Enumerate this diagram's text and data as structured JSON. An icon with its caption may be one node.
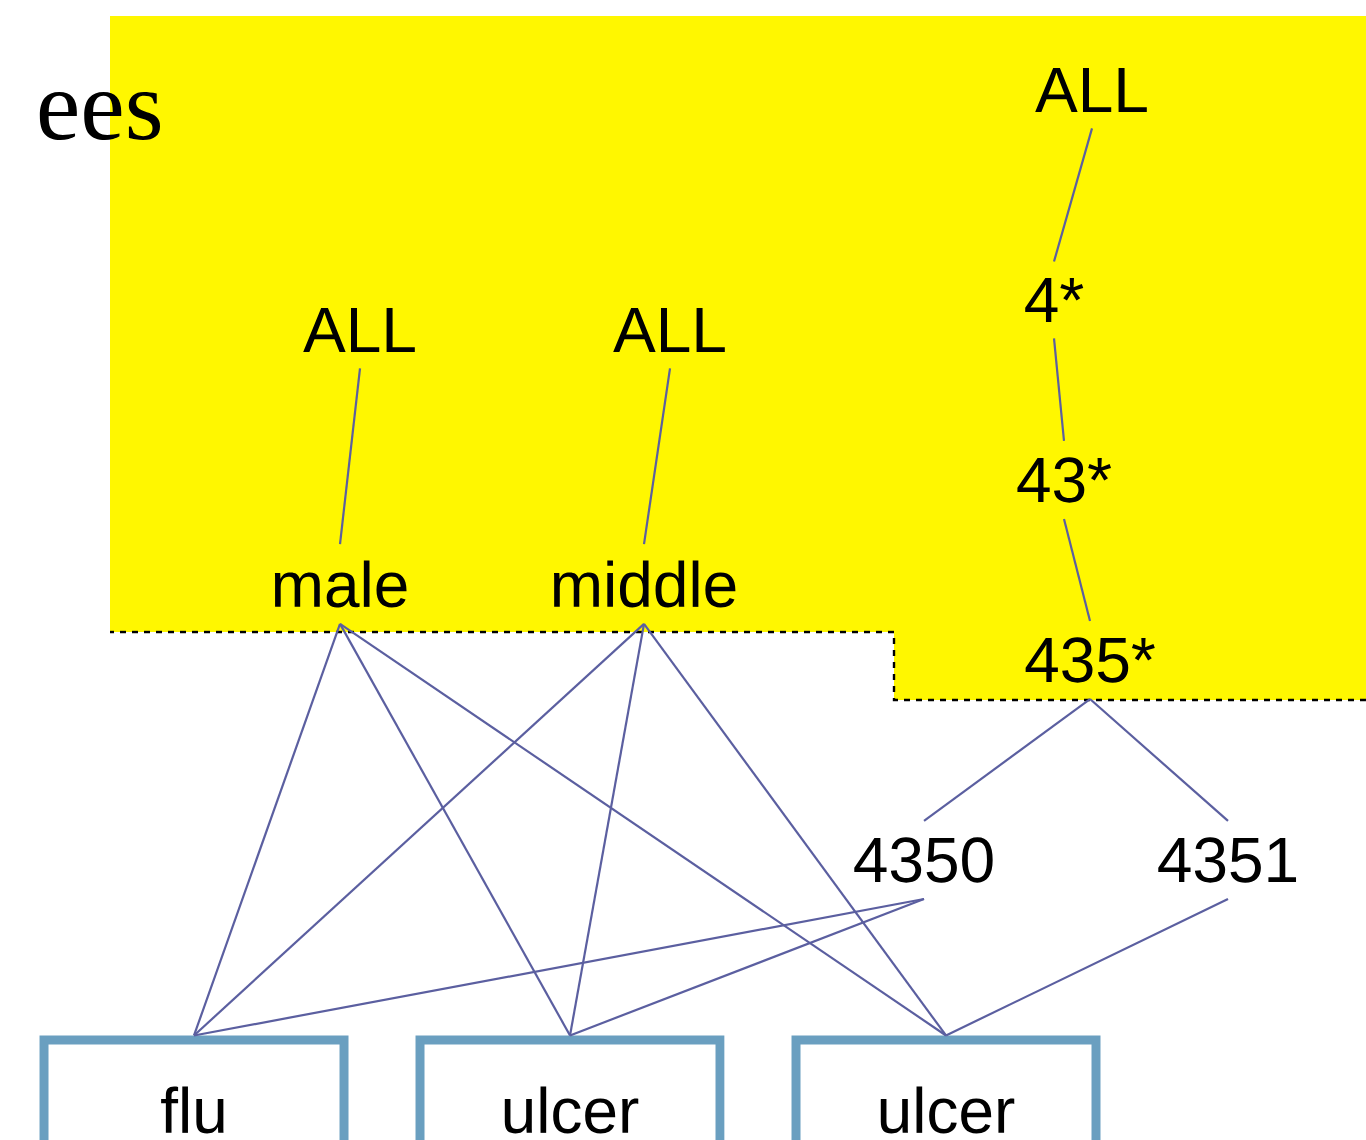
{
  "diagram": {
    "nodes": [
      {
        "text": [],
        "shape": "box"
      },
      {
        "text": [
          "ALL"
        ],
        "in": 0
      },
      {
        "text": [
          "ALL"
        ],
        "in": 0
      },
      {
        "text": [
          "ALL"
        ],
        "in": 0
      },
      {
        "text": [
          "4*"
        ],
        "in": 0
      },
      {
        "text": [
          "43*"
        ],
        "in": 0
      },
      {
        "text": [
          "male"
        ],
        "in": 0
      },
      {
        "text": [
          "middle"
        ],
        "in": 0
      },
      {
        "text": [
          "435*"
        ],
        "in": 0
      },
      {
        "text": [
          "4350"
        ]
      },
      {
        "text": [
          "4351"
        ]
      },
      {
        "text": [
          "flu"
        ]
      },
      {
        "text": [
          "ulcer"
        ]
      },
      {
        "text": [
          "ulcer"
        ]
      }
    ],
    "edges": [
      {
        "from": 1,
        "to": 6,
        "arrow": "none"
      },
      {
        "from": 2,
        "to": 7,
        "arrow": "none"
      },
      {
        "from": 3,
        "to": 4,
        "arrow": "none"
      },
      {
        "from": 4,
        "to": 5,
        "arrow": "none"
      },
      {
        "from": 5,
        "to": 8,
        "arrow": "none"
      },
      {
        "from": 8,
        "to": 9,
        "arrow": "none"
      },
      {
        "from": 8,
        "to": 10,
        "arrow": "none"
      },
      {
        "from": 6,
        "to": 11,
        "arrow": "none"
      },
      {
        "from": 6,
        "to": 12,
        "arrow": "none"
      },
      {
        "from": 6,
        "to": 13,
        "arrow": "none"
      },
      {
        "from": 7,
        "to": 11,
        "arrow": "none"
      },
      {
        "from": 7,
        "to": 12,
        "arrow": "none"
      },
      {
        "from": 7,
        "to": 13,
        "arrow": "none"
      },
      {
        "from": 9,
        "to": 11,
        "arrow": "none"
      },
      {
        "from": 9,
        "to": 12,
        "arrow": "none"
      },
      {
        "from": 10,
        "to": 13,
        "arrow": "none"
      }
    ],
    "labels": [
      "ees"
    ]
  }
}
